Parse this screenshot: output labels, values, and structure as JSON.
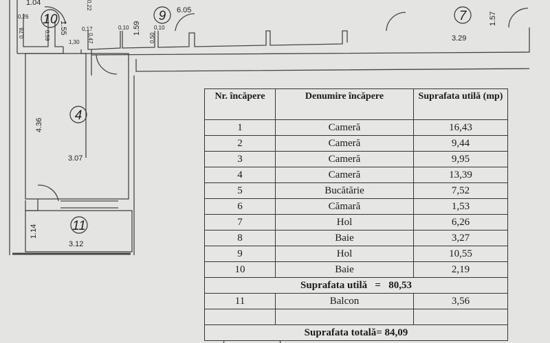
{
  "plan": {
    "rooms": [
      {
        "label": "10"
      },
      {
        "label": "9"
      },
      {
        "label": "7"
      },
      {
        "label": "4"
      },
      {
        "label": "11"
      }
    ],
    "dimensions": {
      "d104": "1.04",
      "d026": "0,26",
      "d155": "1.55",
      "d078": "0,78",
      "d059": "0,59",
      "d130": "1,30",
      "d017": "0,17",
      "d047": "0,47",
      "d022": "0,22",
      "d605": "6.05",
      "d010a": "0,10",
      "d159": "1.59",
      "d050": "0,50",
      "d010b": "0,10",
      "d329": "3.29",
      "d157": "1.57",
      "d436": "4.36",
      "d307": "3.07",
      "d114": "1.14",
      "d312": "3.12"
    }
  },
  "table": {
    "headers": [
      "Nr. încăpere",
      "Denumire încăpere",
      "Suprafata utilă (mp)"
    ],
    "rows": [
      {
        "nr": "1",
        "name": "Cameră",
        "area": "16,43"
      },
      {
        "nr": "2",
        "name": "Cameră",
        "area": "9,44"
      },
      {
        "nr": "3",
        "name": "Cameră",
        "area": "9,95"
      },
      {
        "nr": "4",
        "name": "Cameră",
        "area": "13,39"
      },
      {
        "nr": "5",
        "name": "Bucătărie",
        "area": "7,52"
      },
      {
        "nr": "6",
        "name": "Cămară",
        "area": "1,53"
      },
      {
        "nr": "7",
        "name": "Hol",
        "area": "6,26"
      },
      {
        "nr": "8",
        "name": "Baie",
        "area": "3,27"
      },
      {
        "nr": "9",
        "name": "Hol",
        "area": "10,55"
      },
      {
        "nr": "10",
        "name": "Baie",
        "area": "2,19"
      }
    ],
    "subtotal": "Suprafata utilă   =   80,53",
    "balcony": {
      "nr": "11",
      "name": "Balcon",
      "area": "3,56"
    },
    "total": "Suprafata totală= 84,09"
  }
}
